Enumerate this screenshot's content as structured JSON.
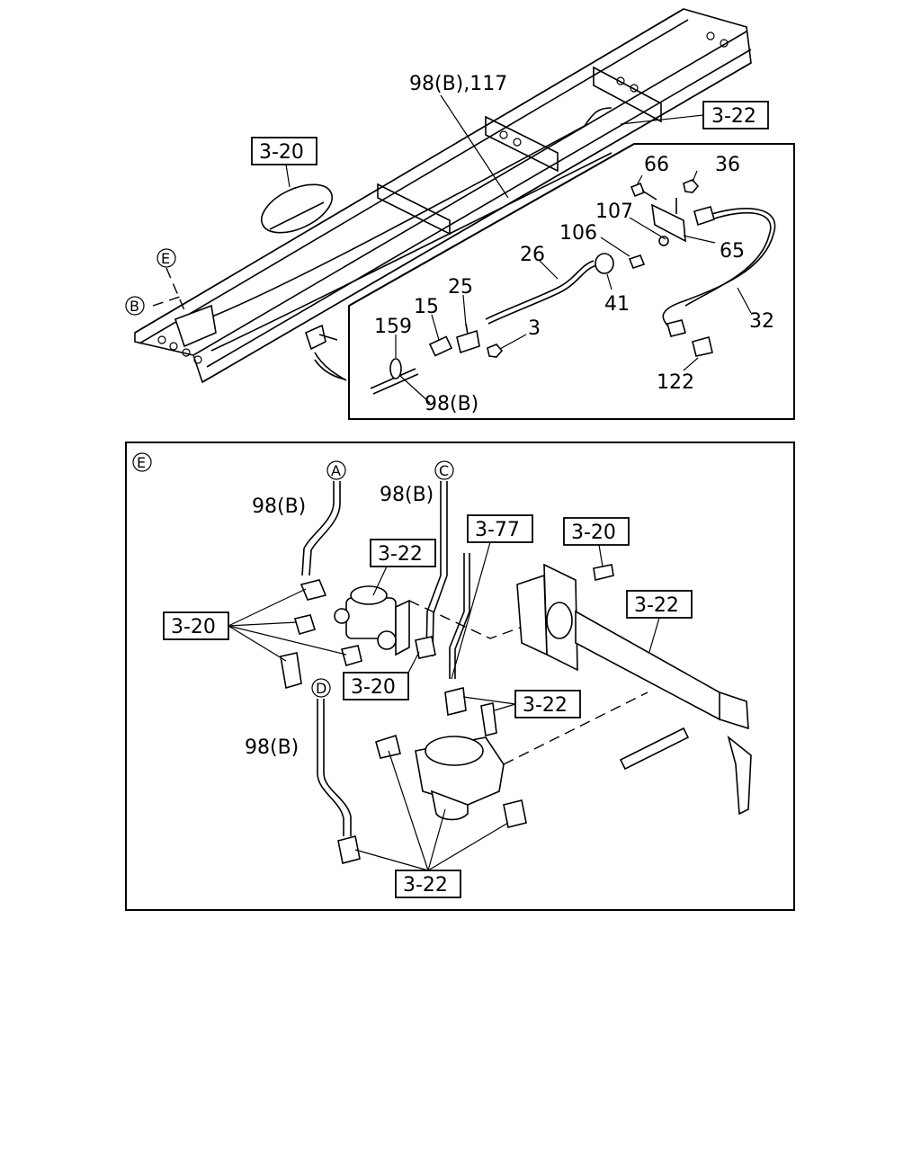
{
  "callouts": {
    "c_98b117": "98(B),117",
    "c_66": "66",
    "c_36": "36",
    "c_107": "107",
    "c_106": "106",
    "c_65": "65",
    "c_26": "26",
    "c_25": "25",
    "c_15": "15",
    "c_159": "159",
    "c_3": "3",
    "c_41": "41",
    "c_32": "32",
    "c_122": "122",
    "c_98b_top": "98(B)",
    "c_98b_a": "98(B)",
    "c_98b_c": "98(B)",
    "c_98b_d": "98(B)"
  },
  "refs": {
    "r1": "3-22",
    "r2": "3-20",
    "r3": "3-77",
    "r4": "3-20",
    "r5": "3-22",
    "r6": "3-22",
    "r7": "3-20",
    "r8": "3-20",
    "r9": "3-22",
    "r10": "3-22"
  },
  "markers": {
    "b": "B",
    "e_top": "E",
    "e_panel": "E",
    "a": "A",
    "c": "C",
    "d": "D"
  }
}
